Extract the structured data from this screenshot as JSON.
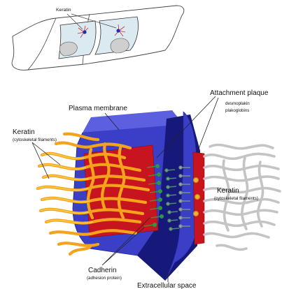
{
  "inset": {
    "keratin_label": "Keratin"
  },
  "labels": {
    "attachment_plaque": "Attachment plaque",
    "desmoplakin": "desmoplakin",
    "plakoglobins": "plakoglobins",
    "plasma_membrane": "Plasma membrane",
    "keratin_left": "Keratin",
    "keratin_left_sub": "(cytoskeletal filaments)",
    "keratin_right": "Keratin",
    "keratin_right_sub": "(cytoskeletal filaments)",
    "cadherin": "Cadherin",
    "cadherin_sub": "(adhesion protein)",
    "extracellular": "Extracellular space"
  },
  "colors": {
    "membrane_blue": "#3b3fc8",
    "membrane_dark": "#17197a",
    "plaque_red": "#c8141e",
    "keratin_orange": "#f5a21c",
    "keratin_gray": "#c4c4c4",
    "cadherin_green": "#2b9a3c"
  }
}
